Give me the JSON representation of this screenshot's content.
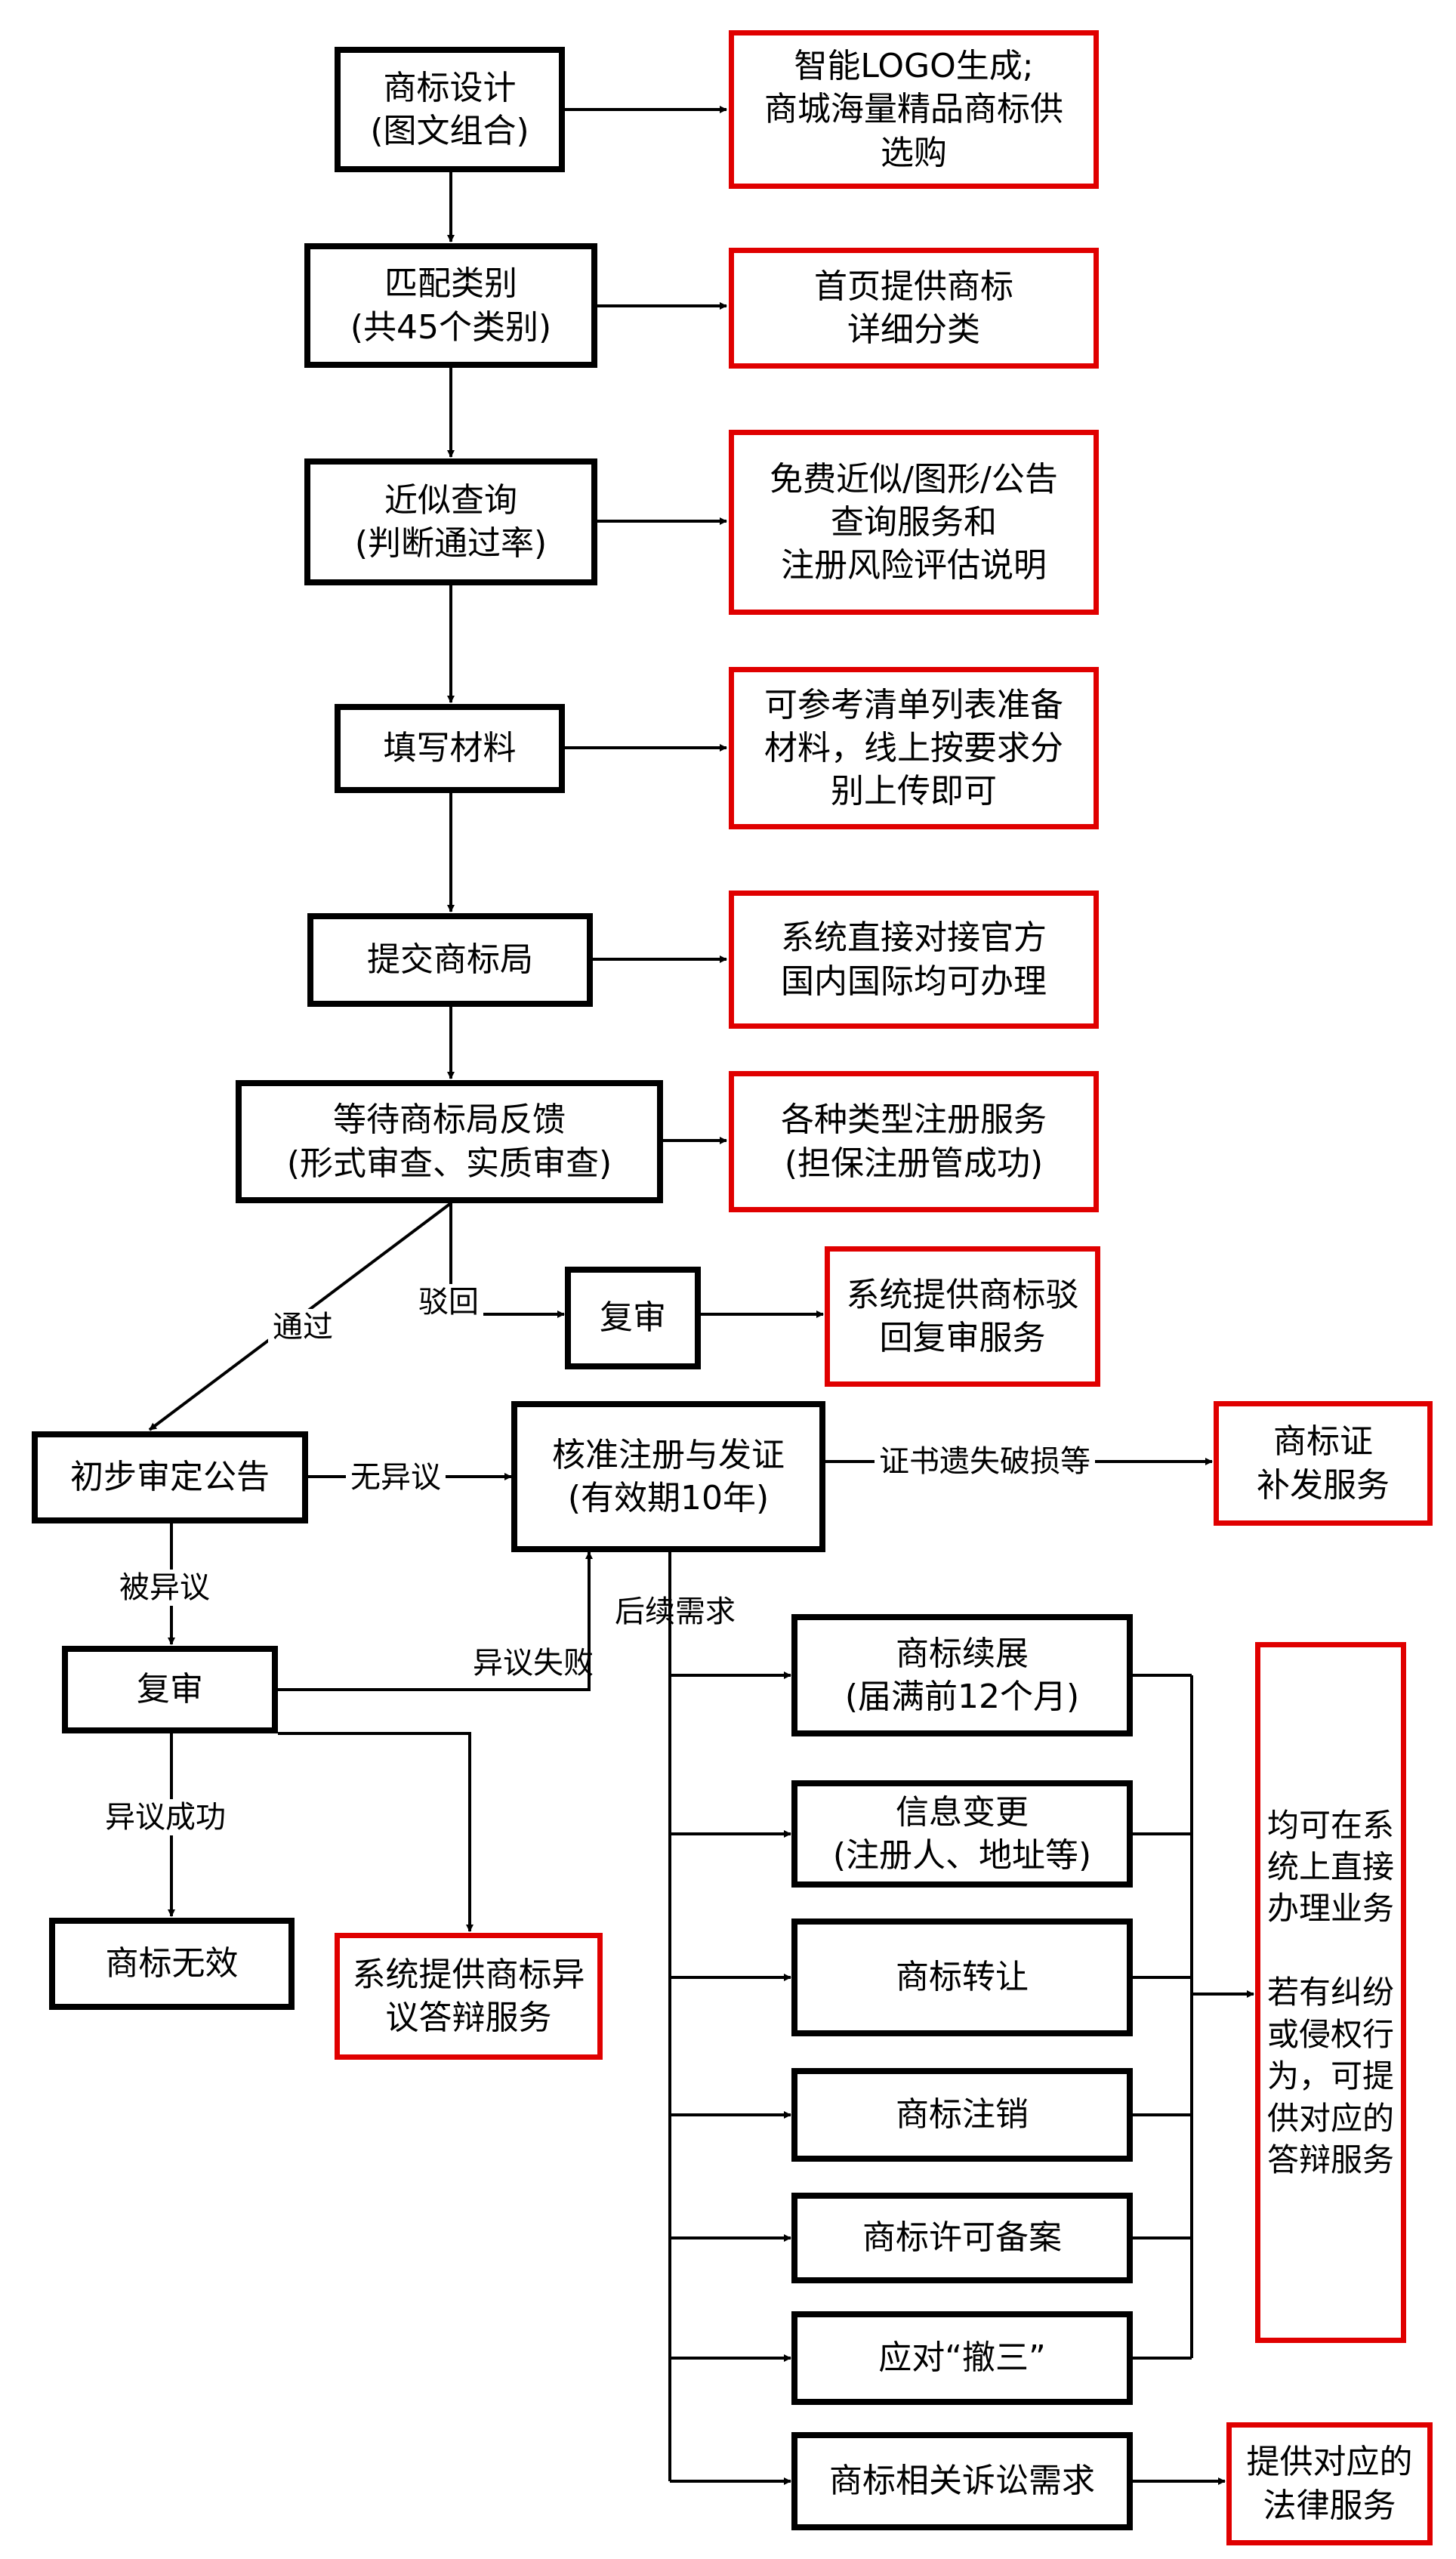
{
  "steps": {
    "design": "商标设计\n(图文组合)",
    "match": "匹配类别\n(共45个类别)",
    "search": "近似查询\n(判断通过率)",
    "fill": "填写材料",
    "submit": "提交商标局",
    "wait": "等待商标局反馈\n(形式审查、实质审查)",
    "review1": "复审",
    "announce": "初步审定公告",
    "approve": "核准注册与发证\n(有效期10年)",
    "review2": "复审",
    "invalid": "商标无效"
  },
  "services": {
    "design": "智能LOGO生成;\n商城海量精品商标供\n选购",
    "match": "首页提供商标\n详细分类",
    "search": "免费近似/图形/公告\n查询服务和\n注册风险评估说明",
    "fill": "可参考清单列表准备\n材料，线上按要求分\n别上传即可",
    "submit": "系统直接对接官方\n国内国际均可办理",
    "wait": "各种类型注册服务\n(担保注册管成功)",
    "review1": "系统提供商标驳\n回复审服务",
    "certificate": "商标证\n补发服务",
    "objection": "系统提供商标异\n议答辩服务",
    "online": "均可在系\n统上直接\n办理业务\n\n若有纠纷\n或侵权行\n为，可提\n供对应的\n答辩服务",
    "legal": "提供对应的\n法律服务"
  },
  "followups": [
    "商标续展\n(届满前12个月)",
    "信息变更\n(注册人、地址等)",
    "商标转让",
    "商标注销",
    "商标许可备案",
    "应对“撤三”",
    "商标相关诉讼需求"
  ],
  "labels": {
    "pass": "通过",
    "reject": "驳回",
    "no_objection": "无异议",
    "objected": "被异议",
    "objection_failed": "异议失败",
    "objection_success": "异议成功",
    "cert_lost": "证书遗失破损等",
    "followup_needs": "后续需求"
  }
}
